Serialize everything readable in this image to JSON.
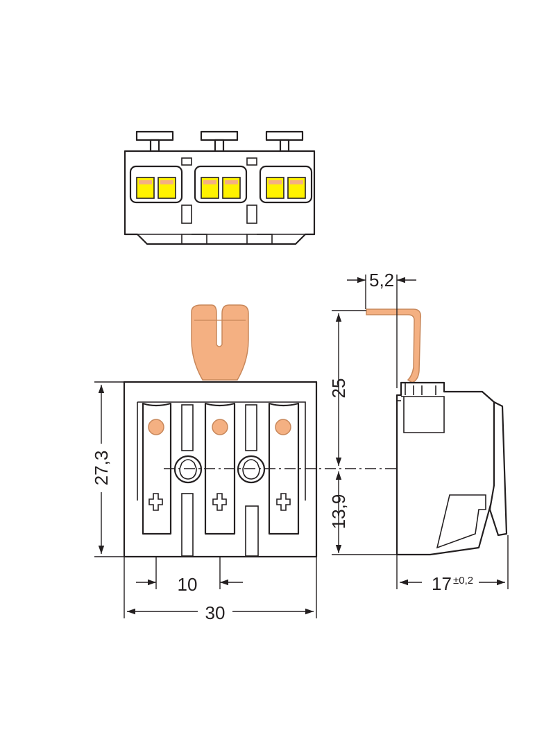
{
  "colors": {
    "line": "#231f20",
    "orange": "#f4b082",
    "orange_dark": "#c8875a",
    "yellow": "#fff200",
    "white": "#ffffff"
  },
  "dimensions": {
    "lever_offset": "5,2",
    "upper_height": "25",
    "total_height": "27,3",
    "lower_height": "13,9",
    "pitch": "10",
    "width": "30",
    "depth": "17",
    "depth_tolerance": "±0,2"
  }
}
